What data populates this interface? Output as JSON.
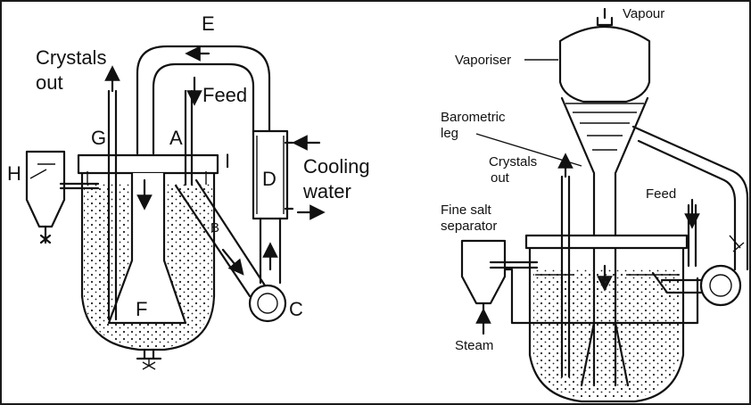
{
  "left_diagram": {
    "crystals_out": [
      "Crystals",
      "out"
    ],
    "feed": "Feed",
    "cooling_water": [
      "Cooling",
      "water"
    ],
    "letters": {
      "a": "A",
      "b": "B",
      "c": "C",
      "d": "D",
      "e": "E",
      "f": "F",
      "g": "G",
      "h": "H",
      "i": "I"
    }
  },
  "right_diagram": {
    "vapour": "Vapour",
    "vaporiser": "Vaporiser",
    "barometric_leg": [
      "Barometric",
      "leg"
    ],
    "crystals_out": [
      "Crystals",
      "out"
    ],
    "feed": "Feed",
    "fine_salt_separator": [
      "Fine salt",
      "separator"
    ],
    "steam": "Steam"
  }
}
